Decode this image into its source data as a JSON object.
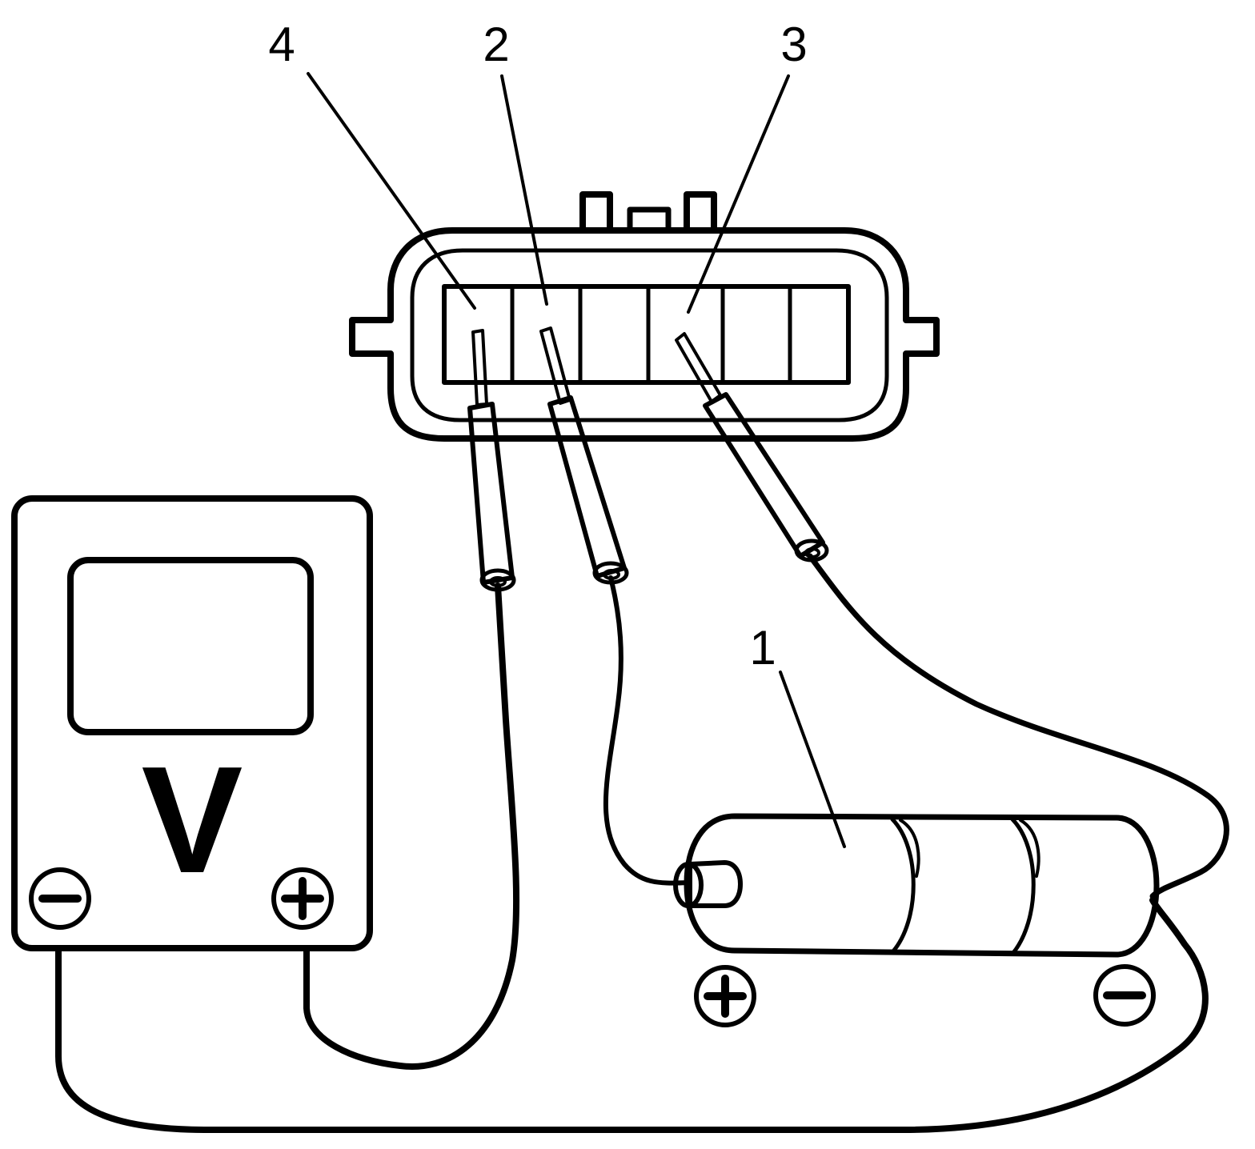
{
  "callouts": {
    "battery": "1",
    "probe_middle": "2",
    "probe_right": "3",
    "probe_left": "4"
  },
  "meter": {
    "unit_letter": "V",
    "negative_terminal": "−",
    "positive_terminal": "+"
  },
  "battery": {
    "positive_terminal": "+",
    "negative_terminal": "−"
  },
  "colors": {
    "line": "#000000",
    "background": "#ffffff"
  }
}
